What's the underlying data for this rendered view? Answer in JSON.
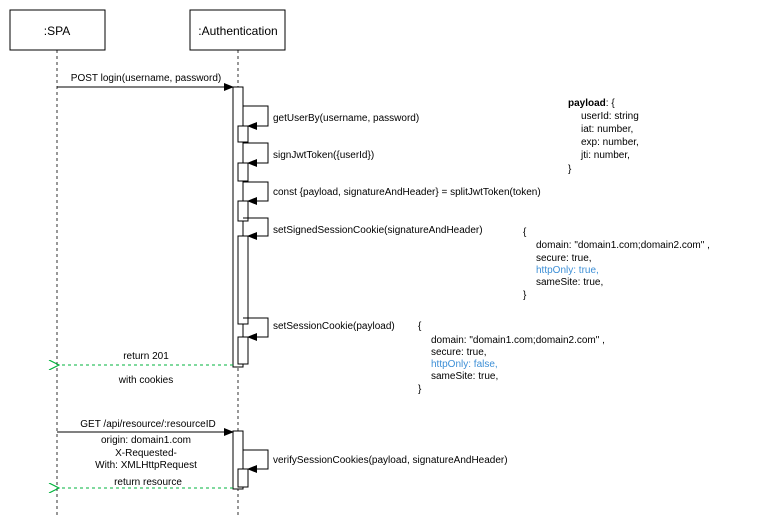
{
  "participants": {
    "spa": ":SPA",
    "auth": ":Authentication"
  },
  "messages": {
    "post_login": "POST login(username, password)",
    "get_user_by": "getUserBy(username, password)",
    "sign_jwt": "signJwtToken({userId})",
    "split_jwt": "const {payload, signatureAndHeader} = splitJwtToken(token)",
    "set_signed_cookie": "setSignedSessionCookie(signatureAndHeader)",
    "set_session_cookie": "setSessionCookie(payload)",
    "return_201": "return 201",
    "with_cookies": "with cookies",
    "get_resource": "GET /api/resource/:resourceID",
    "origin": "origin: domain1.com",
    "x_requested_1": "X-Requested-",
    "x_requested_2": "With: XMLHttpRequest",
    "verify_cookies": "verifySessionCookies(payload, signatureAndHeader)",
    "return_resource": "return resource"
  },
  "payload_note": {
    "key": "payload",
    "open": ": {",
    "lines": [
      "userId: string",
      "iat: number,",
      "exp: number,",
      "jti: number,"
    ],
    "close": "}"
  },
  "signed_cookie_note": {
    "open": "{",
    "domain": "domain: \"domain1.com;domain2.com\" ,",
    "secure": "secure: true,",
    "http_only": "httpOnly: true,",
    "same_site": "sameSite: true,",
    "close": "}"
  },
  "session_cookie_note": {
    "open": "{",
    "domain": "domain: \"domain1.com;domain2.com\" ,",
    "secure": "secure: true,",
    "http_only": "httpOnly: false,",
    "same_site": "sameSite: true,",
    "close": "}"
  },
  "colors": {
    "line": "#000000",
    "return_arrow": "#00b33c",
    "highlight": "#3d8fd6"
  }
}
